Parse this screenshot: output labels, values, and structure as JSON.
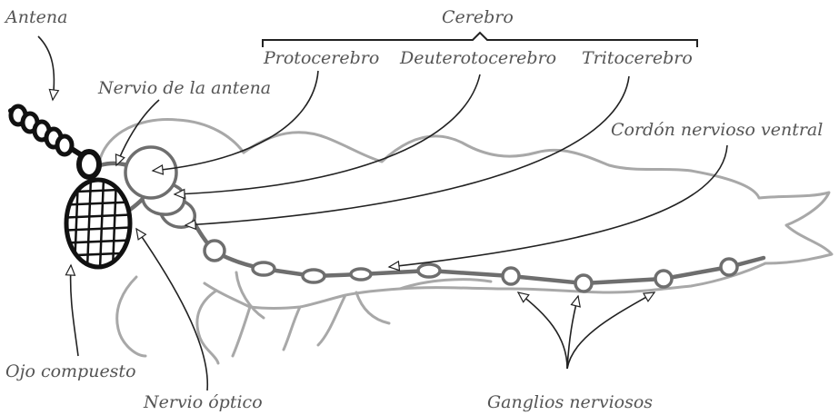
{
  "labels": {
    "antena": "Antena",
    "cerebro": "Cerebro",
    "protocerebro": "Protocerebro",
    "deuterotocerebro": "Deuterotocerebro",
    "tritocerebro": "Tritocerebro",
    "nervio_antena": "Nervio de la antena",
    "cordon": "Cordón nervioso ventral",
    "ojo": "Ojo compuesto",
    "nervio_optico": "Nervio óptico",
    "ganglios": "Ganglios nerviosos"
  },
  "colors": {
    "body_outline": "#a8a8a8",
    "nerve": "#6e6e6e",
    "antenna": "#111111",
    "leader": "#222222",
    "label": "#555555"
  }
}
